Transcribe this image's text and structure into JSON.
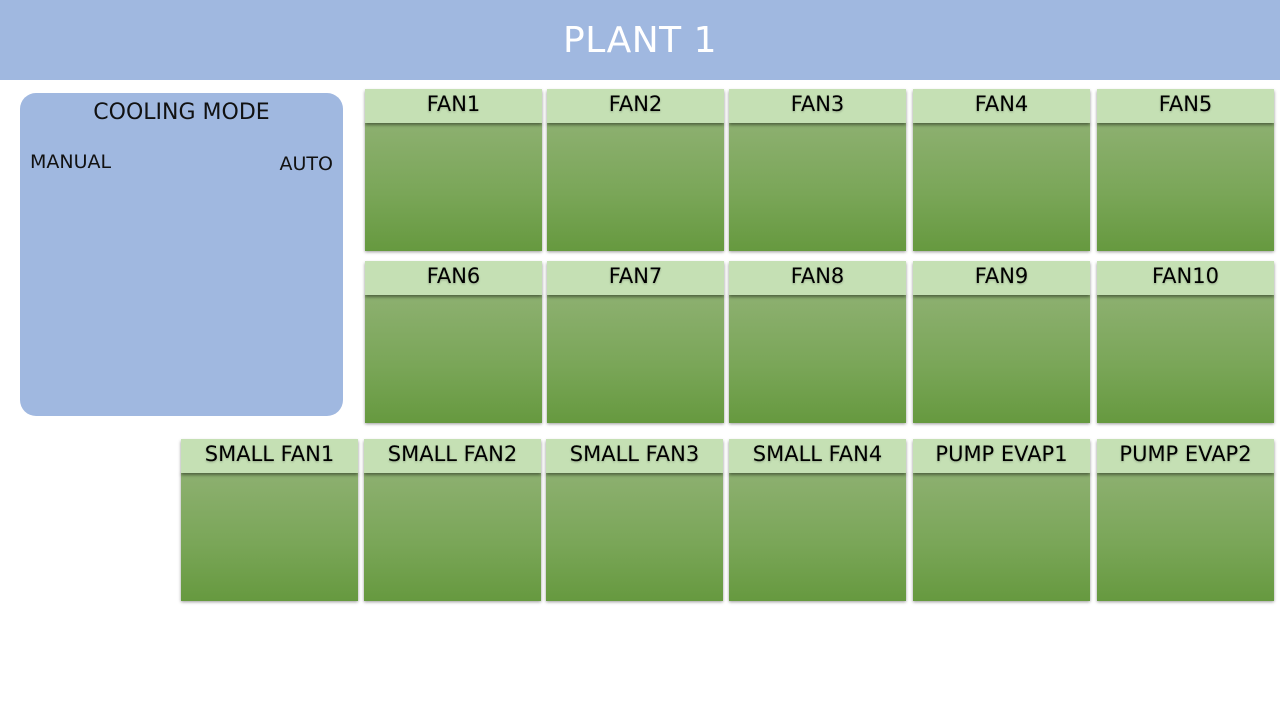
{
  "header": {
    "title": "PLANT 1"
  },
  "cooling_mode": {
    "title": "COOLING MODE",
    "manual_label": "MANUAL",
    "auto_label": "AUTO"
  },
  "fans": [
    {
      "label": "FAN1"
    },
    {
      "label": "FAN2"
    },
    {
      "label": "FAN3"
    },
    {
      "label": "FAN4"
    },
    {
      "label": "FAN5"
    },
    {
      "label": "FAN6"
    },
    {
      "label": "FAN7"
    },
    {
      "label": "FAN8"
    },
    {
      "label": "FAN9"
    },
    {
      "label": "FAN10"
    }
  ],
  "aux": [
    {
      "label": "SMALL FAN1"
    },
    {
      "label": "SMALL FAN2"
    },
    {
      "label": "SMALL FAN3"
    },
    {
      "label": "SMALL FAN4"
    },
    {
      "label": "PUMP EVAP1"
    },
    {
      "label": "PUMP EVAP2"
    }
  ],
  "colors": {
    "header_bg": "#a0b8e0",
    "tile_head": "#c5e0b4",
    "tile_body": "#7aa658"
  }
}
